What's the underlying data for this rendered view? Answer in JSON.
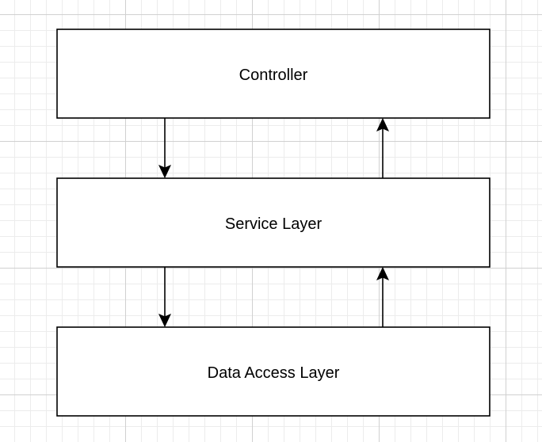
{
  "diagram": {
    "nodes": [
      {
        "id": "controller",
        "label": "Controller"
      },
      {
        "id": "service",
        "label": "Service Layer"
      },
      {
        "id": "data-access",
        "label": "Data Access Layer"
      }
    ],
    "edges": [
      {
        "from": "controller",
        "to": "service"
      },
      {
        "from": "service",
        "to": "controller"
      },
      {
        "from": "service",
        "to": "data-access"
      },
      {
        "from": "data-access",
        "to": "service"
      }
    ],
    "colors": {
      "stroke": "#000000",
      "fill": "#ffffff",
      "grid": "#e5e5e5"
    }
  }
}
